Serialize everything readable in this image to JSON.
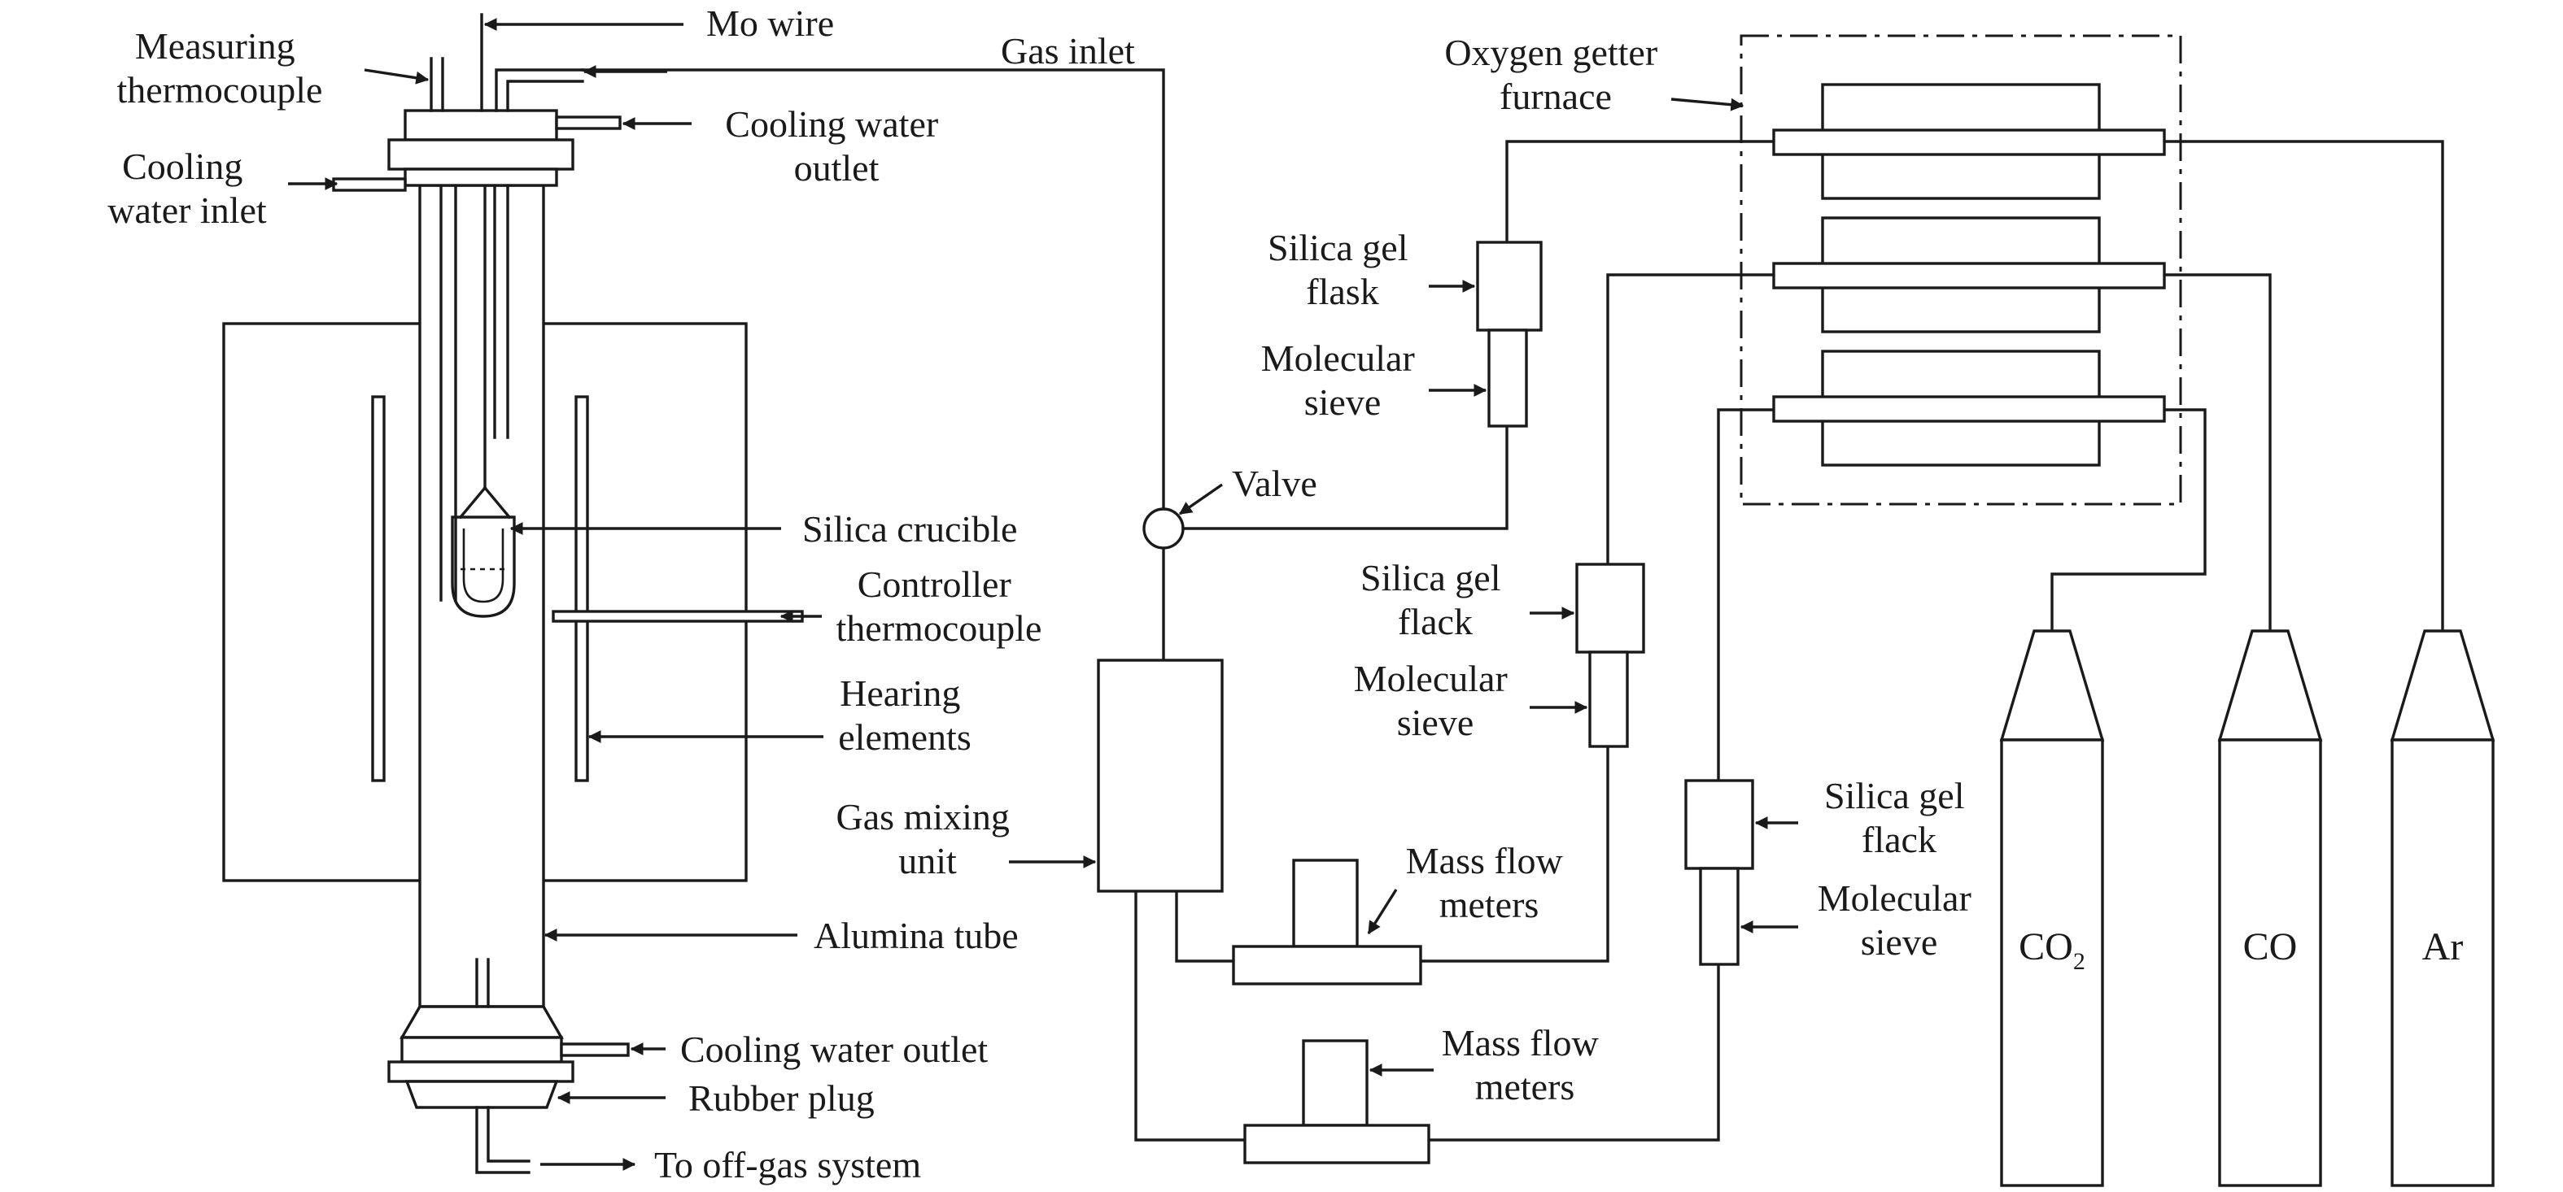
{
  "labels": {
    "mo_wire": "Mo wire",
    "measuring_thermocouple": [
      "Measuring",
      "thermocouple"
    ],
    "cooling_water_inlet": [
      "Cooling",
      "water inlet"
    ],
    "cooling_water_outlet_top": [
      "Cooling water",
      "outlet"
    ],
    "gas_inlet": "Gas inlet",
    "oxygen_getter_furnace": [
      "Oxygen getter",
      "furnace"
    ],
    "silica_gel_flask": [
      "Silica gel",
      "flask"
    ],
    "molecular_sieve_1": [
      "Molecular",
      "sieve"
    ],
    "valve": "Valve",
    "silica_crucible": "Silica crucible",
    "controller_thermocouple": [
      "Controller",
      "thermocouple"
    ],
    "heating_elements": [
      "Hearing",
      "elements"
    ],
    "silica_gel_flack_2": [
      "Silica gel",
      "flack"
    ],
    "molecular_sieve_2": [
      "Molecular",
      "sieve"
    ],
    "gas_mixing_unit": [
      "Gas mixing",
      "unit"
    ],
    "mass_flow_meters_1": [
      "Mass flow",
      "meters"
    ],
    "silica_gel_flack_3": [
      "Silica gel",
      "flack"
    ],
    "molecular_sieve_3": [
      "Molecular",
      "sieve"
    ],
    "alumina_tube": "Alumina tube",
    "cooling_water_outlet_bottom": "Cooling water outlet",
    "rubber_plug": "Rubber plug",
    "mass_flow_meters_2": [
      "Mass flow",
      "meters"
    ],
    "to_off_gas": "To off-gas system"
  },
  "cylinders": [
    {
      "name": "CO",
      "sub": "2"
    },
    {
      "name": "CO",
      "sub": ""
    },
    {
      "name": "Ar",
      "sub": ""
    }
  ]
}
